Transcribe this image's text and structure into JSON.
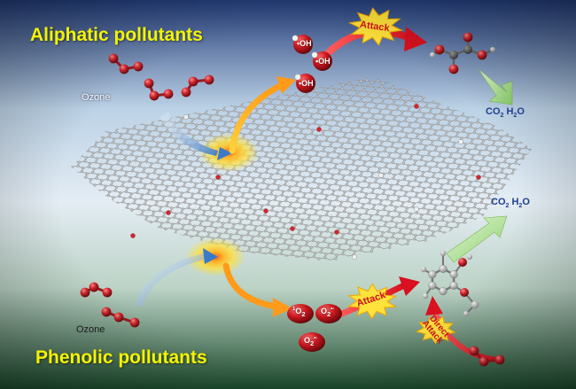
{
  "titles": {
    "aliphatic": "Aliphatic pollutants",
    "phenolic": "Phenolic pollutants"
  },
  "reactants": {
    "ozone_top": "Ozone",
    "ozone_bottom": "Ozone"
  },
  "radicals": {
    "oh_1": "•OH",
    "oh_2": "•OH",
    "oh_3": "•OH",
    "singlet_oxygen": {
      "superscript": "1",
      "base": "O",
      "subscript": "2"
    },
    "superoxide_1": {
      "base": "O",
      "subscript": "2",
      "superscript": "•-"
    },
    "superoxide_2": {
      "base": "O",
      "subscript": "2",
      "superscript": "•-"
    }
  },
  "actions": {
    "attack_top": "Attack",
    "attack_bottom": "Attack",
    "direct_attack": [
      "Direct",
      "Attack"
    ]
  },
  "products": {
    "top": {
      "a_base": "CO",
      "a_sub": "2",
      "b_base": "H",
      "b_sub": "2",
      "b_tail": "O"
    },
    "bottom": {
      "a_base": "CO",
      "a_sub": "2",
      "b_base": "H",
      "b_sub": "2",
      "b_tail": "O"
    }
  },
  "colors": {
    "title_yellow": "#f4f400",
    "product_blue": "#1f3f8f",
    "attack_red": "#e81a2c",
    "burst_yellow": "#ffe23a",
    "radical_sphere": "#c8161d",
    "ozone_red": "#c0222b",
    "graphene_atom": "#bdbdbd",
    "bg_top": "#233d7a",
    "bg_bottom": "#1d4d2e"
  }
}
